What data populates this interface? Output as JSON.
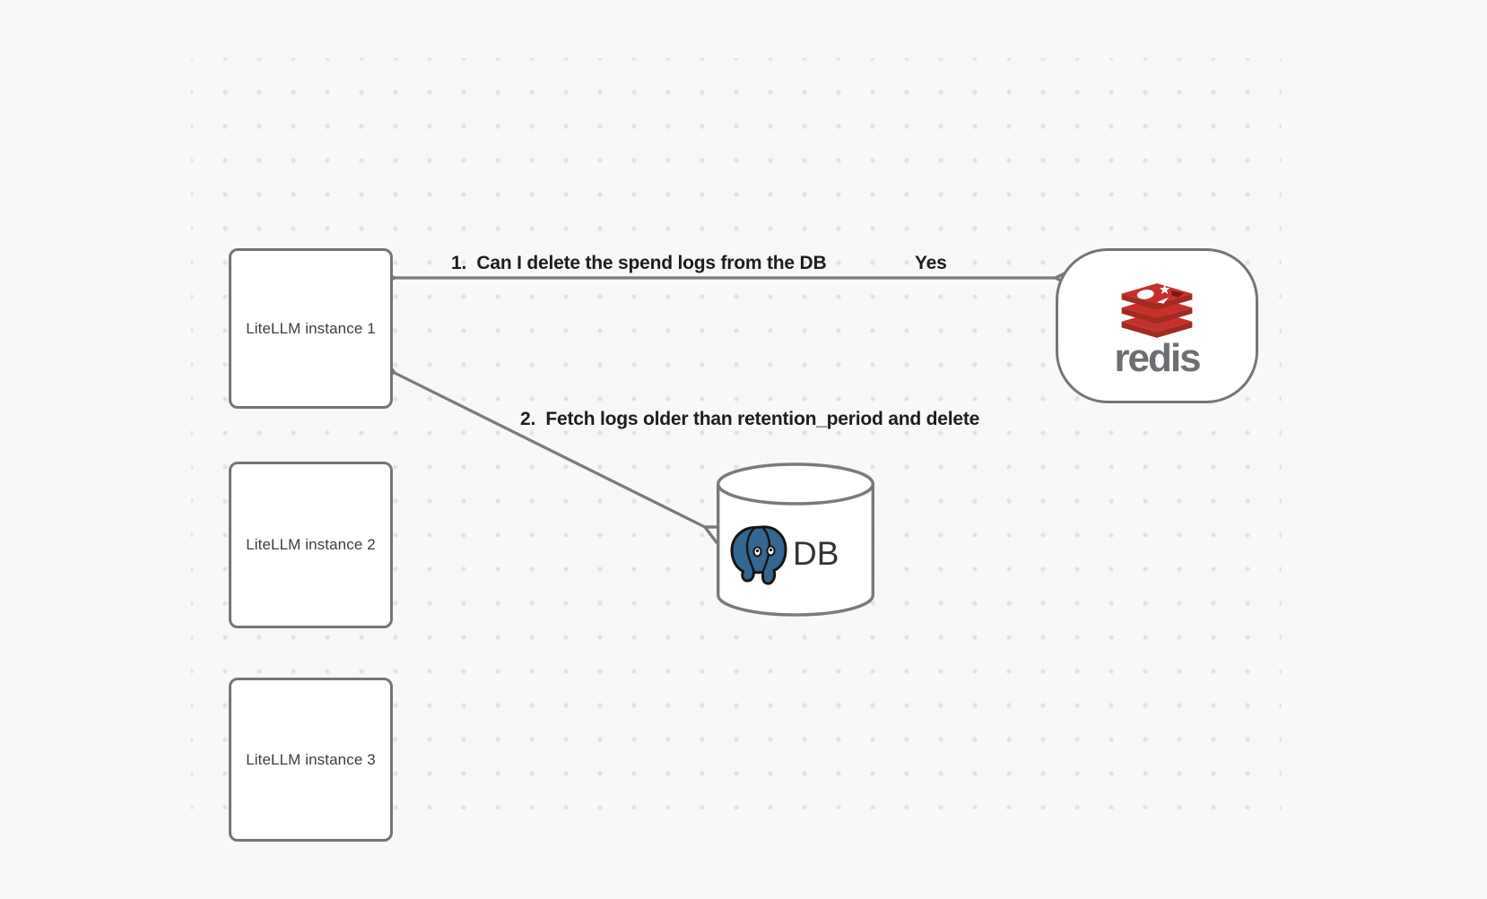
{
  "canvas": {
    "background_color": "#f8f8f8",
    "dot_color": "#e3e3e3",
    "shape_stroke_color": "#757575",
    "arrow_color": "#7a7a7a",
    "label_text_color": "#1d1d1f"
  },
  "nodes": {
    "instances": [
      {
        "label": "LiteLLM instance 1"
      },
      {
        "label": "LiteLLM instance 2"
      },
      {
        "label": "LiteLLM instance 3"
      }
    ],
    "redis": {
      "label": "redis",
      "logo_icon": "redis-stacked-boxes-icon",
      "brand_red": "#C6302B",
      "brand_red_dark": "#A02B20",
      "wordmark_gray": "#6d6e71"
    },
    "db": {
      "label": "DB",
      "logo_icon": "postgresql-elephant-icon",
      "postgres_blue": "#336791"
    }
  },
  "edges": {
    "edge1": {
      "label": "1.  Can I delete the spend logs from the DB",
      "response": "Yes",
      "from": "redis",
      "to": "LiteLLM instance 1",
      "style": "double-headed-arrow"
    },
    "edge2": {
      "label": "2.  Fetch logs older than retention_period and delete",
      "from": "DB",
      "to": "LiteLLM instance 1",
      "style": "double-headed-arrow"
    }
  }
}
